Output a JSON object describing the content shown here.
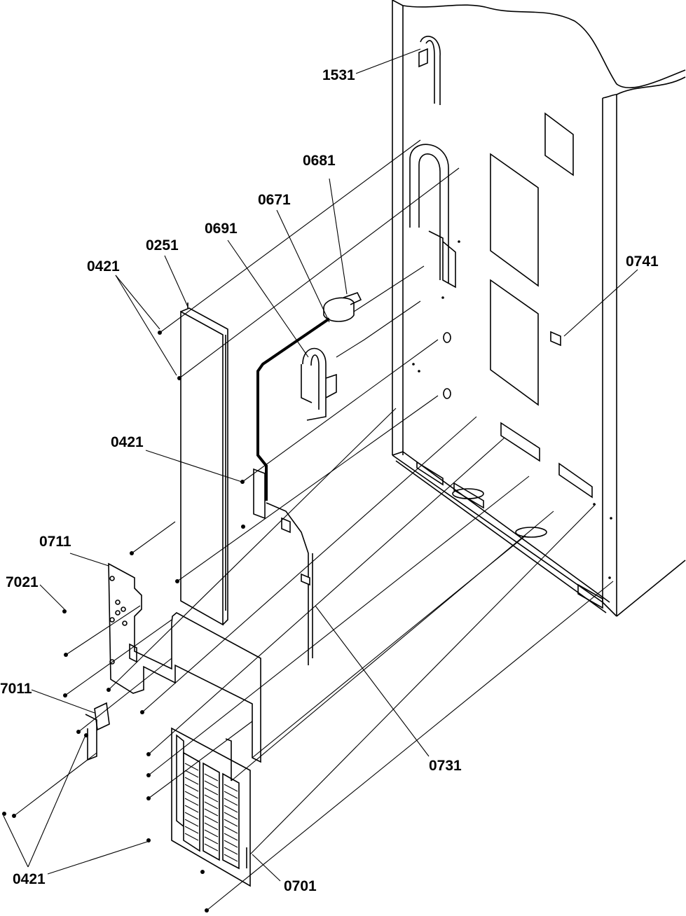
{
  "callouts": [
    {
      "id": "1531",
      "text": "1531"
    },
    {
      "id": "0681",
      "text": "0681"
    },
    {
      "id": "0671",
      "text": "0671"
    },
    {
      "id": "0691",
      "text": "0691"
    },
    {
      "id": "0251",
      "text": "0251"
    },
    {
      "id": "0421_top",
      "text": "0421"
    },
    {
      "id": "0741",
      "text": "0741"
    },
    {
      "id": "0421_mid",
      "text": "0421"
    },
    {
      "id": "0711",
      "text": "0711"
    },
    {
      "id": "7021",
      "text": "7021"
    },
    {
      "id": "7011",
      "text": "7011"
    },
    {
      "id": "0731",
      "text": "0731"
    },
    {
      "id": "0421_bot",
      "text": "0421"
    },
    {
      "id": "0701",
      "text": "0701"
    }
  ]
}
